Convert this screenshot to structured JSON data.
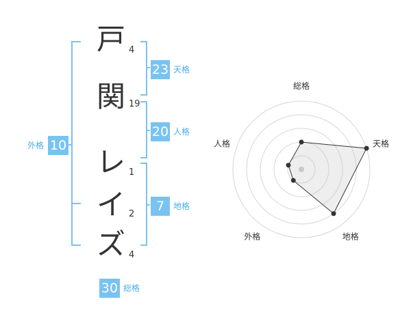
{
  "name_chars": [
    {
      "char": "戸",
      "strokes": "4"
    },
    {
      "char": "関",
      "strokes": "19"
    },
    {
      "char": "レ",
      "strokes": "1"
    },
    {
      "char": "イ",
      "strokes": "2"
    },
    {
      "char": "ズ",
      "strokes": "4"
    }
  ],
  "kakusu": {
    "tenkaku": {
      "label": "天格",
      "value": "23"
    },
    "jinkaku": {
      "label": "人格",
      "value": "20"
    },
    "chikaku": {
      "label": "地格",
      "value": "7"
    },
    "gaikaku": {
      "label": "外格",
      "value": "10"
    },
    "soukaku": {
      "label": "総格",
      "value": "30"
    }
  },
  "colors": {
    "accent": "#79c3f0",
    "label_text": "#4aaee8",
    "char_text": "#333333"
  },
  "chart_data": {
    "type": "radar",
    "axes": [
      "総格",
      "天格",
      "地格",
      "外格",
      "人格"
    ],
    "values": [
      2,
      5,
      4,
      1,
      1
    ],
    "max": 5
  }
}
